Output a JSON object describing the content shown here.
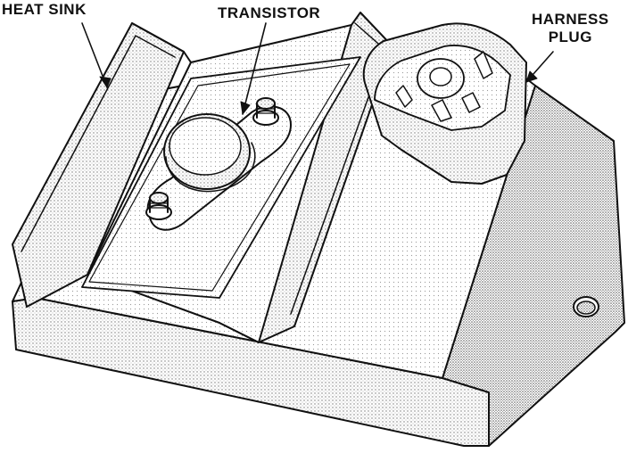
{
  "labels": {
    "heat_sink": "HEAT SINK",
    "transistor": "TRANSISTOR",
    "harness_plug_line1": "HARNESS",
    "harness_plug_line2": "PLUG"
  },
  "colors": {
    "ink": "#111111",
    "paper": "#ffffff",
    "stipple": "#7a7a7a"
  }
}
